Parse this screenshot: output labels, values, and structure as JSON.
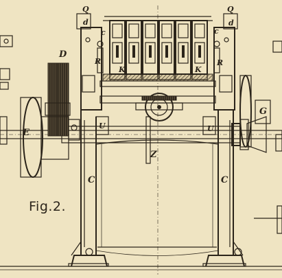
{
  "figure": {
    "caption": "Fig.2."
  },
  "labels": {
    "q_left": "Q",
    "q_right": "Q",
    "d_left": "d",
    "d_right": "d",
    "c_upper_left": "c",
    "c_upper_right": "c",
    "r_left": "R",
    "r_right": "R",
    "k_left": "K",
    "k_right": "K",
    "d_gear": "D",
    "e": "E",
    "g": "G",
    "u_left": "U",
    "u_right": "U",
    "z": "Z",
    "c_lower_left": "C",
    "c_lower_right": "C"
  }
}
